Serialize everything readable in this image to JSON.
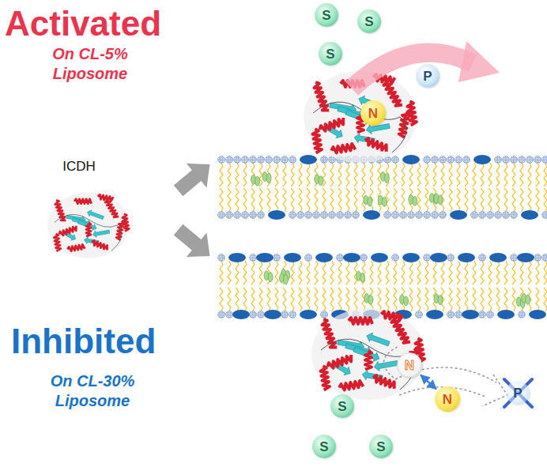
{
  "diagram": {
    "nodes": [
      {
        "text": [
          "S"
        ]
      },
      {
        "text": [
          "S"
        ]
      },
      {
        "text": [
          "S"
        ]
      },
      {
        "text": [
          "P"
        ]
      },
      {
        "text": [
          "N"
        ]
      },
      {
        "text": [
          "N"
        ]
      },
      {
        "text": [
          "N"
        ]
      },
      {
        "text": [
          "P"
        ]
      },
      {
        "text": [
          "S"
        ]
      },
      {
        "text": [
          "S"
        ]
      },
      {
        "text": [
          "S"
        ]
      }
    ],
    "edges": [
      {
        "from": 5,
        "to": 6,
        "arrow": "both"
      }
    ],
    "labels": [
      "Activated",
      "On CL-5% Liposome",
      "ICDH",
      "Inhibited",
      "On CL-30% Liposome"
    ]
  }
}
